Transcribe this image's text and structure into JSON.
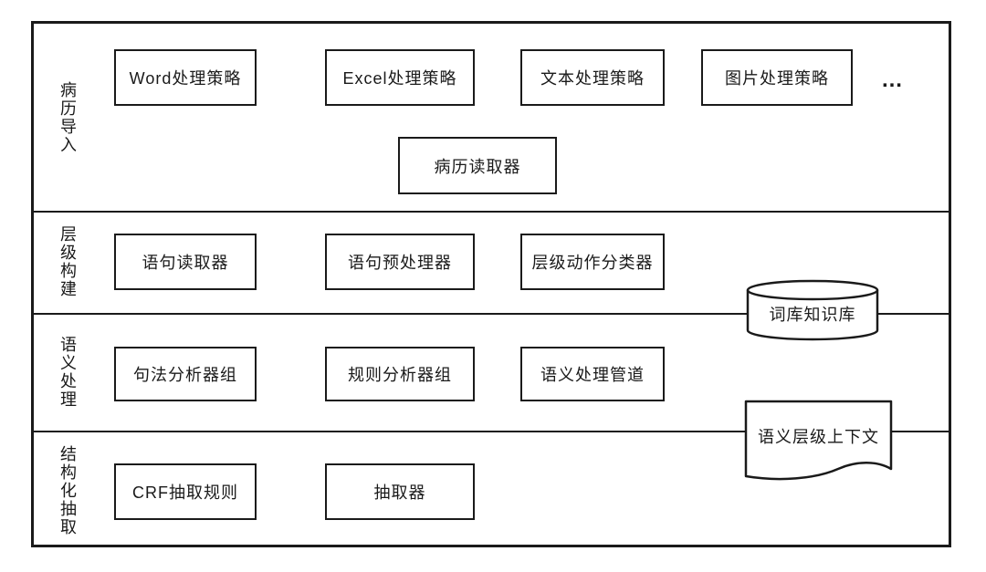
{
  "colors": {
    "line": "#1a1a1a",
    "background": "#ffffff"
  },
  "layers": [
    {
      "label": "病历导入",
      "boxes": [
        "Word处理策略",
        "Excel处理策略",
        "文本处理策略",
        "图片处理策略"
      ],
      "ellipsis": "…",
      "reader_box": "病历读取器"
    },
    {
      "label": "层级构建",
      "boxes": [
        "语句读取器",
        "语句预处理器",
        "层级动作分类器"
      ]
    },
    {
      "label": "语义处理",
      "boxes": [
        "句法分析器组",
        "规则分析器组",
        "语义处理管道"
      ]
    },
    {
      "label": "结构化抽取",
      "boxes": [
        "CRF抽取规则",
        "抽取器"
      ]
    }
  ],
  "shapes": {
    "database": {
      "label": "词库知识库"
    },
    "document": {
      "label": "语义层级上下文"
    }
  }
}
